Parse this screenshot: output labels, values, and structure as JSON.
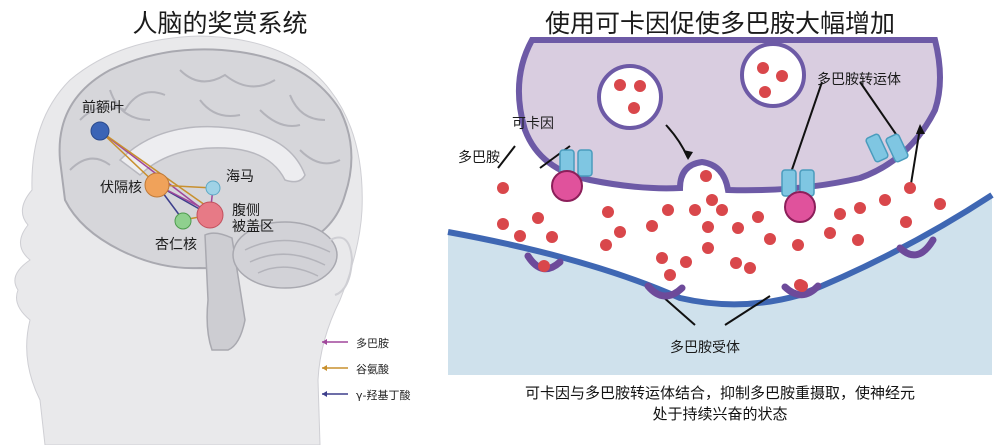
{
  "left_panel": {
    "title": "人脑的奖赏系统",
    "regions": {
      "prefrontal": "前额叶",
      "nucleus_accumbens": "伏隔核",
      "hippocampus": "海马",
      "vta_line1": "腹侧",
      "vta_line2": "被盖区",
      "amygdala": "杏仁核"
    },
    "legend": [
      {
        "label": "多巴胺",
        "color": "#a0479b"
      },
      {
        "label": "谷氨酸",
        "color": "#c8902e"
      },
      {
        "label": "γ-羟基丁酸",
        "color": "#3d3f8c"
      }
    ]
  },
  "right_panel": {
    "title": "使用可卡因促使多巴胺大幅增加",
    "labels": {
      "transporter": "多巴胺转运体",
      "cocaine": "可卡因",
      "dopamine": "多巴胺",
      "receptor": "多巴胺受体"
    },
    "caption_line1": "可卡因与多巴胺转运体结合，抑制多巴胺重摄取，使神经元",
    "caption_line2": "处于持续兴奋的状态"
  },
  "colors": {
    "presynaptic": "#d9cde0",
    "membrane": "#6d5aa6",
    "postsynaptic": "#cfe1ec",
    "dopamine": "#d9474b",
    "cocaine": "#e0529c",
    "transporter": "#7fc6e2",
    "receptor": "#6d4a9a"
  }
}
